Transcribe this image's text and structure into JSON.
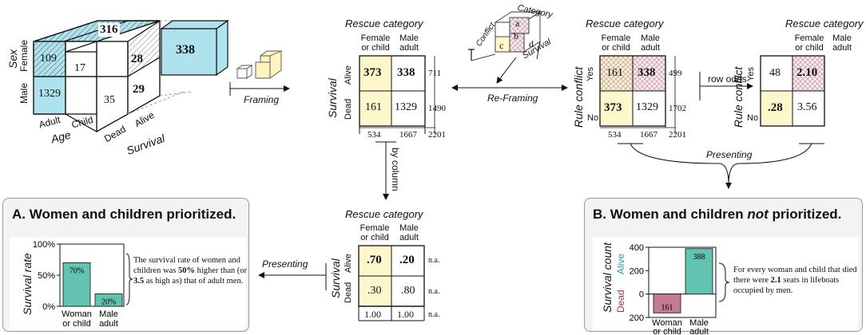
{
  "colors": {
    "yellow": "#fff7cc",
    "cyan": "#aee3ee",
    "teal": "#63c3b1",
    "rose": "#c27b92",
    "rose_text": "#a8335a",
    "hatch": "#c8a0ad",
    "panel_bg": "#f3f3f3"
  },
  "cube": {
    "sex_label": "Sex",
    "female": "Female",
    "male": "Male",
    "age_label": "Age",
    "adult": "Adult",
    "child": "Child",
    "survival_label": "Survival",
    "dead": "Dead",
    "alive": "Alive",
    "v316": "316",
    "v109": "109",
    "v17": "17",
    "v28": "28",
    "v1329": "1329",
    "v35": "35",
    "v29": "29",
    "detached": "338"
  },
  "framing": {
    "label": "Framing"
  },
  "reframing": {
    "label": "Re-Framing",
    "mini_cube": {
      "category": "Category",
      "conflict": "Conflict",
      "survival": "Survival",
      "a": "a",
      "b": "b",
      "c": "c",
      "d": "d"
    }
  },
  "table1": {
    "title": "Rescue category",
    "col1": [
      "Female",
      "or child"
    ],
    "col2": [
      "Male",
      "adult"
    ],
    "row_axis": "Survival",
    "rows": [
      "Alive",
      "Dead"
    ],
    "cells": [
      [
        "373",
        "338"
      ],
      [
        "161",
        "1329"
      ]
    ],
    "row_totals": [
      "711",
      "1490"
    ],
    "col_totals": [
      "534",
      "1667"
    ],
    "grand_total": "2201"
  },
  "by_column": {
    "label": "by column"
  },
  "table2": {
    "title": "Rescue category",
    "col1": [
      "Female",
      "or child"
    ],
    "col2": [
      "Male",
      "adult"
    ],
    "row_axis": "Rule conflict",
    "rows": [
      "Yes",
      "No"
    ],
    "cells": [
      [
        "161",
        "338"
      ],
      [
        "373",
        "1329"
      ]
    ],
    "row_totals": [
      "499",
      "1702"
    ],
    "col_totals": [
      "534",
      "1667"
    ],
    "grand_total": "2201"
  },
  "row_odds": {
    "label": "row odds"
  },
  "table3": {
    "title": "Rescue category",
    "col1": [
      "Female",
      "or child"
    ],
    "col2": [
      "Male",
      "adult"
    ],
    "row_axis": "Rule conflict",
    "rows": [
      "Yes",
      "No"
    ],
    "cells": [
      [
        "48",
        "2.10"
      ],
      [
        ".28",
        "3.56"
      ]
    ]
  },
  "presenting_top": {
    "label": "Presenting"
  },
  "table4": {
    "title": "Rescue category",
    "col1": [
      "Female",
      "or child"
    ],
    "col2": [
      "Male",
      "adult"
    ],
    "row_axis": "Survival",
    "rows": [
      "Alive",
      "Dead"
    ],
    "cells": [
      [
        ".70",
        ".20"
      ],
      [
        ".30",
        ".80"
      ],
      [
        "1.00",
        "1.00"
      ]
    ],
    "na": [
      "n.a.",
      "n.a.",
      "n.a."
    ]
  },
  "presenting_left": {
    "label": "Presenting"
  },
  "panelA": {
    "title": "A. Women and children prioritized.",
    "ylabel": "Survival rate",
    "yticks": [
      "100%",
      "50%",
      "0%"
    ],
    "note_parts": [
      "The survival rate of women and children was ",
      "50%",
      " higher than (or ",
      "3.5",
      " as high as) that of adult men."
    ],
    "chart_data": {
      "type": "bar",
      "categories": [
        "Woman or child",
        "Male adult"
      ],
      "category_lines": [
        [
          "Woman",
          "or child"
        ],
        [
          "Male",
          "adult"
        ]
      ],
      "values": [
        0.7,
        0.2
      ],
      "value_labels": [
        "70%",
        "20%"
      ],
      "ylabel": "Survival rate",
      "ylim": [
        0,
        1
      ]
    }
  },
  "panelB": {
    "title_pre": "B. Women and children ",
    "title_em": "not",
    "title_post": " prioritized.",
    "ylabel": "Survival count",
    "alive_label": "Alive",
    "dead_label": "Dead",
    "yticks": [
      "400",
      "200",
      "0",
      "200"
    ],
    "note_parts": [
      "For every woman and child that died there were ",
      "2.1",
      " seats in lifeboats occupied by men."
    ],
    "chart_data": {
      "type": "bar",
      "categories": [
        "Woman or child",
        "Male adult"
      ],
      "category_lines": [
        [
          "Woman",
          "or child"
        ],
        [
          "Male",
          "adult"
        ]
      ],
      "values": [
        -161,
        388
      ],
      "value_labels": [
        "161",
        "388"
      ],
      "ylabel": "Survival count",
      "ylim": [
        -200,
        400
      ]
    }
  }
}
